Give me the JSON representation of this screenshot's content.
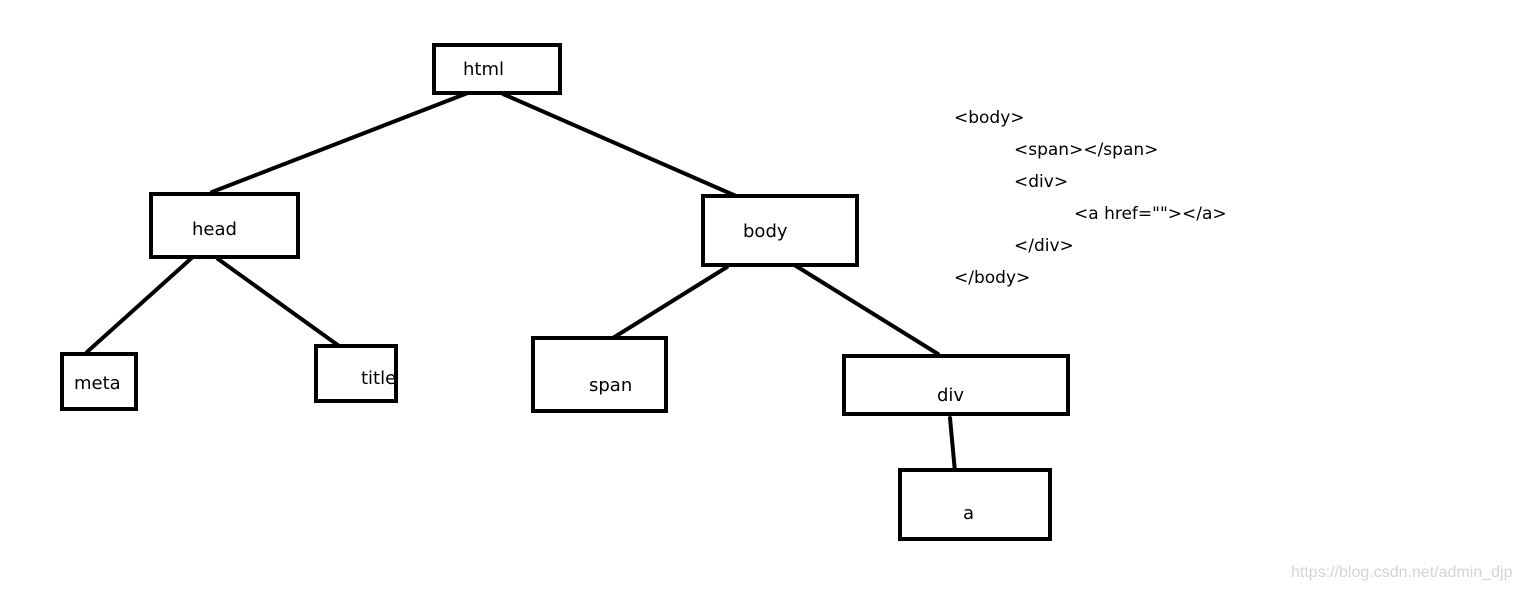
{
  "tree": {
    "nodes": {
      "html": "html",
      "head": "head",
      "body": "body",
      "meta": "meta",
      "title": "title",
      "span": "span",
      "div": "div",
      "a": "a"
    },
    "edges": [
      [
        "html",
        "head"
      ],
      [
        "html",
        "body"
      ],
      [
        "head",
        "meta"
      ],
      [
        "head",
        "title"
      ],
      [
        "body",
        "span"
      ],
      [
        "body",
        "div"
      ],
      [
        "div",
        "a"
      ]
    ]
  },
  "code_snippet": [
    "<body>",
    "<span></span>",
    "<div>",
    "<a href=\"\"></a>",
    "</div>",
    "</body>"
  ],
  "watermark": "https://blog.csdn.net/admin_djp",
  "colors": {
    "stroke": "#000000",
    "background": "#ffffff",
    "watermark": "#d4d4d4"
  }
}
